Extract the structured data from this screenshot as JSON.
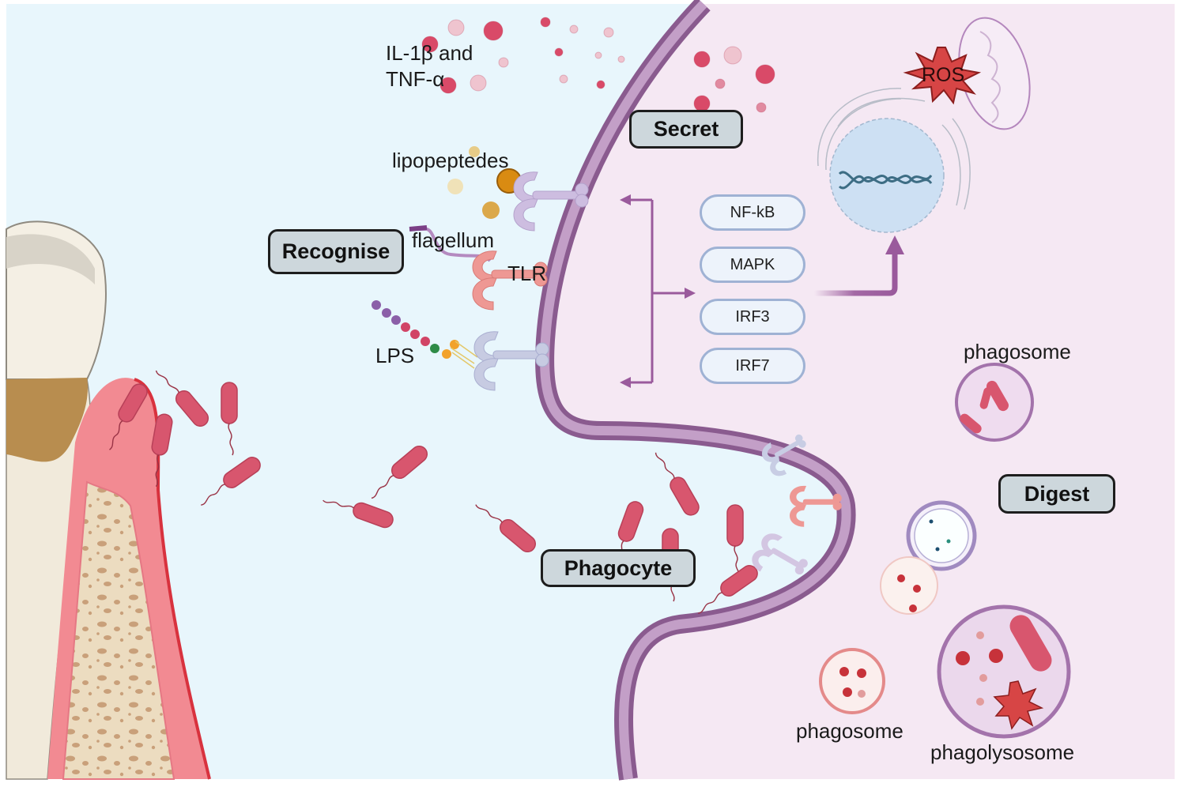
{
  "figure": {
    "title": "Host immune response to periodontal bacteria",
    "colors": {
      "extracellular_bg": "#e8f6fc",
      "cytoplasm_bg": "#f5e8f3",
      "membrane": "#a476a8",
      "membrane_dark": "#8a5b8f",
      "bacteria": "#d8566e",
      "arrow": "#9a5a9c",
      "stage_box_fill": "#cdd7dc",
      "pathway_box_border": "#9fb2d4",
      "ros": "#cc3b3b",
      "nucleus": "#cde0f3"
    }
  },
  "stages": {
    "recognise": "Recognise",
    "secret": "Secret",
    "phagocyte": "Phagocyte",
    "digest": "Digest"
  },
  "ligands": {
    "cytokines": "IL-1β and\nTNF-α",
    "cytokines_line1": "IL-1β and",
    "cytokines_line2": "TNF-α",
    "lipopeptides": "lipopeptedes",
    "flagellum": "flagellum",
    "receptor": "TLR",
    "lps": "LPS"
  },
  "pathways": [
    "NF-kB",
    "MAPK",
    "IRF3",
    "IRF7"
  ],
  "organelles": {
    "ros": "ROS",
    "phagosome_top": "phagosome",
    "phagosome_bottom": "phagosome",
    "phagolysosome": "phagolysosome"
  },
  "icons": {
    "tooth": "tooth-icon",
    "bacterium": "rod-bacterium-icon",
    "receptor": "toll-like-receptor-icon",
    "nucleus": "nucleus-with-dna-icon",
    "mitochondrion": "mitochondrion-icon",
    "er": "endoplasmic-reticulum-icon",
    "ros": "starburst-icon",
    "lysosome": "lysosome-icon"
  }
}
